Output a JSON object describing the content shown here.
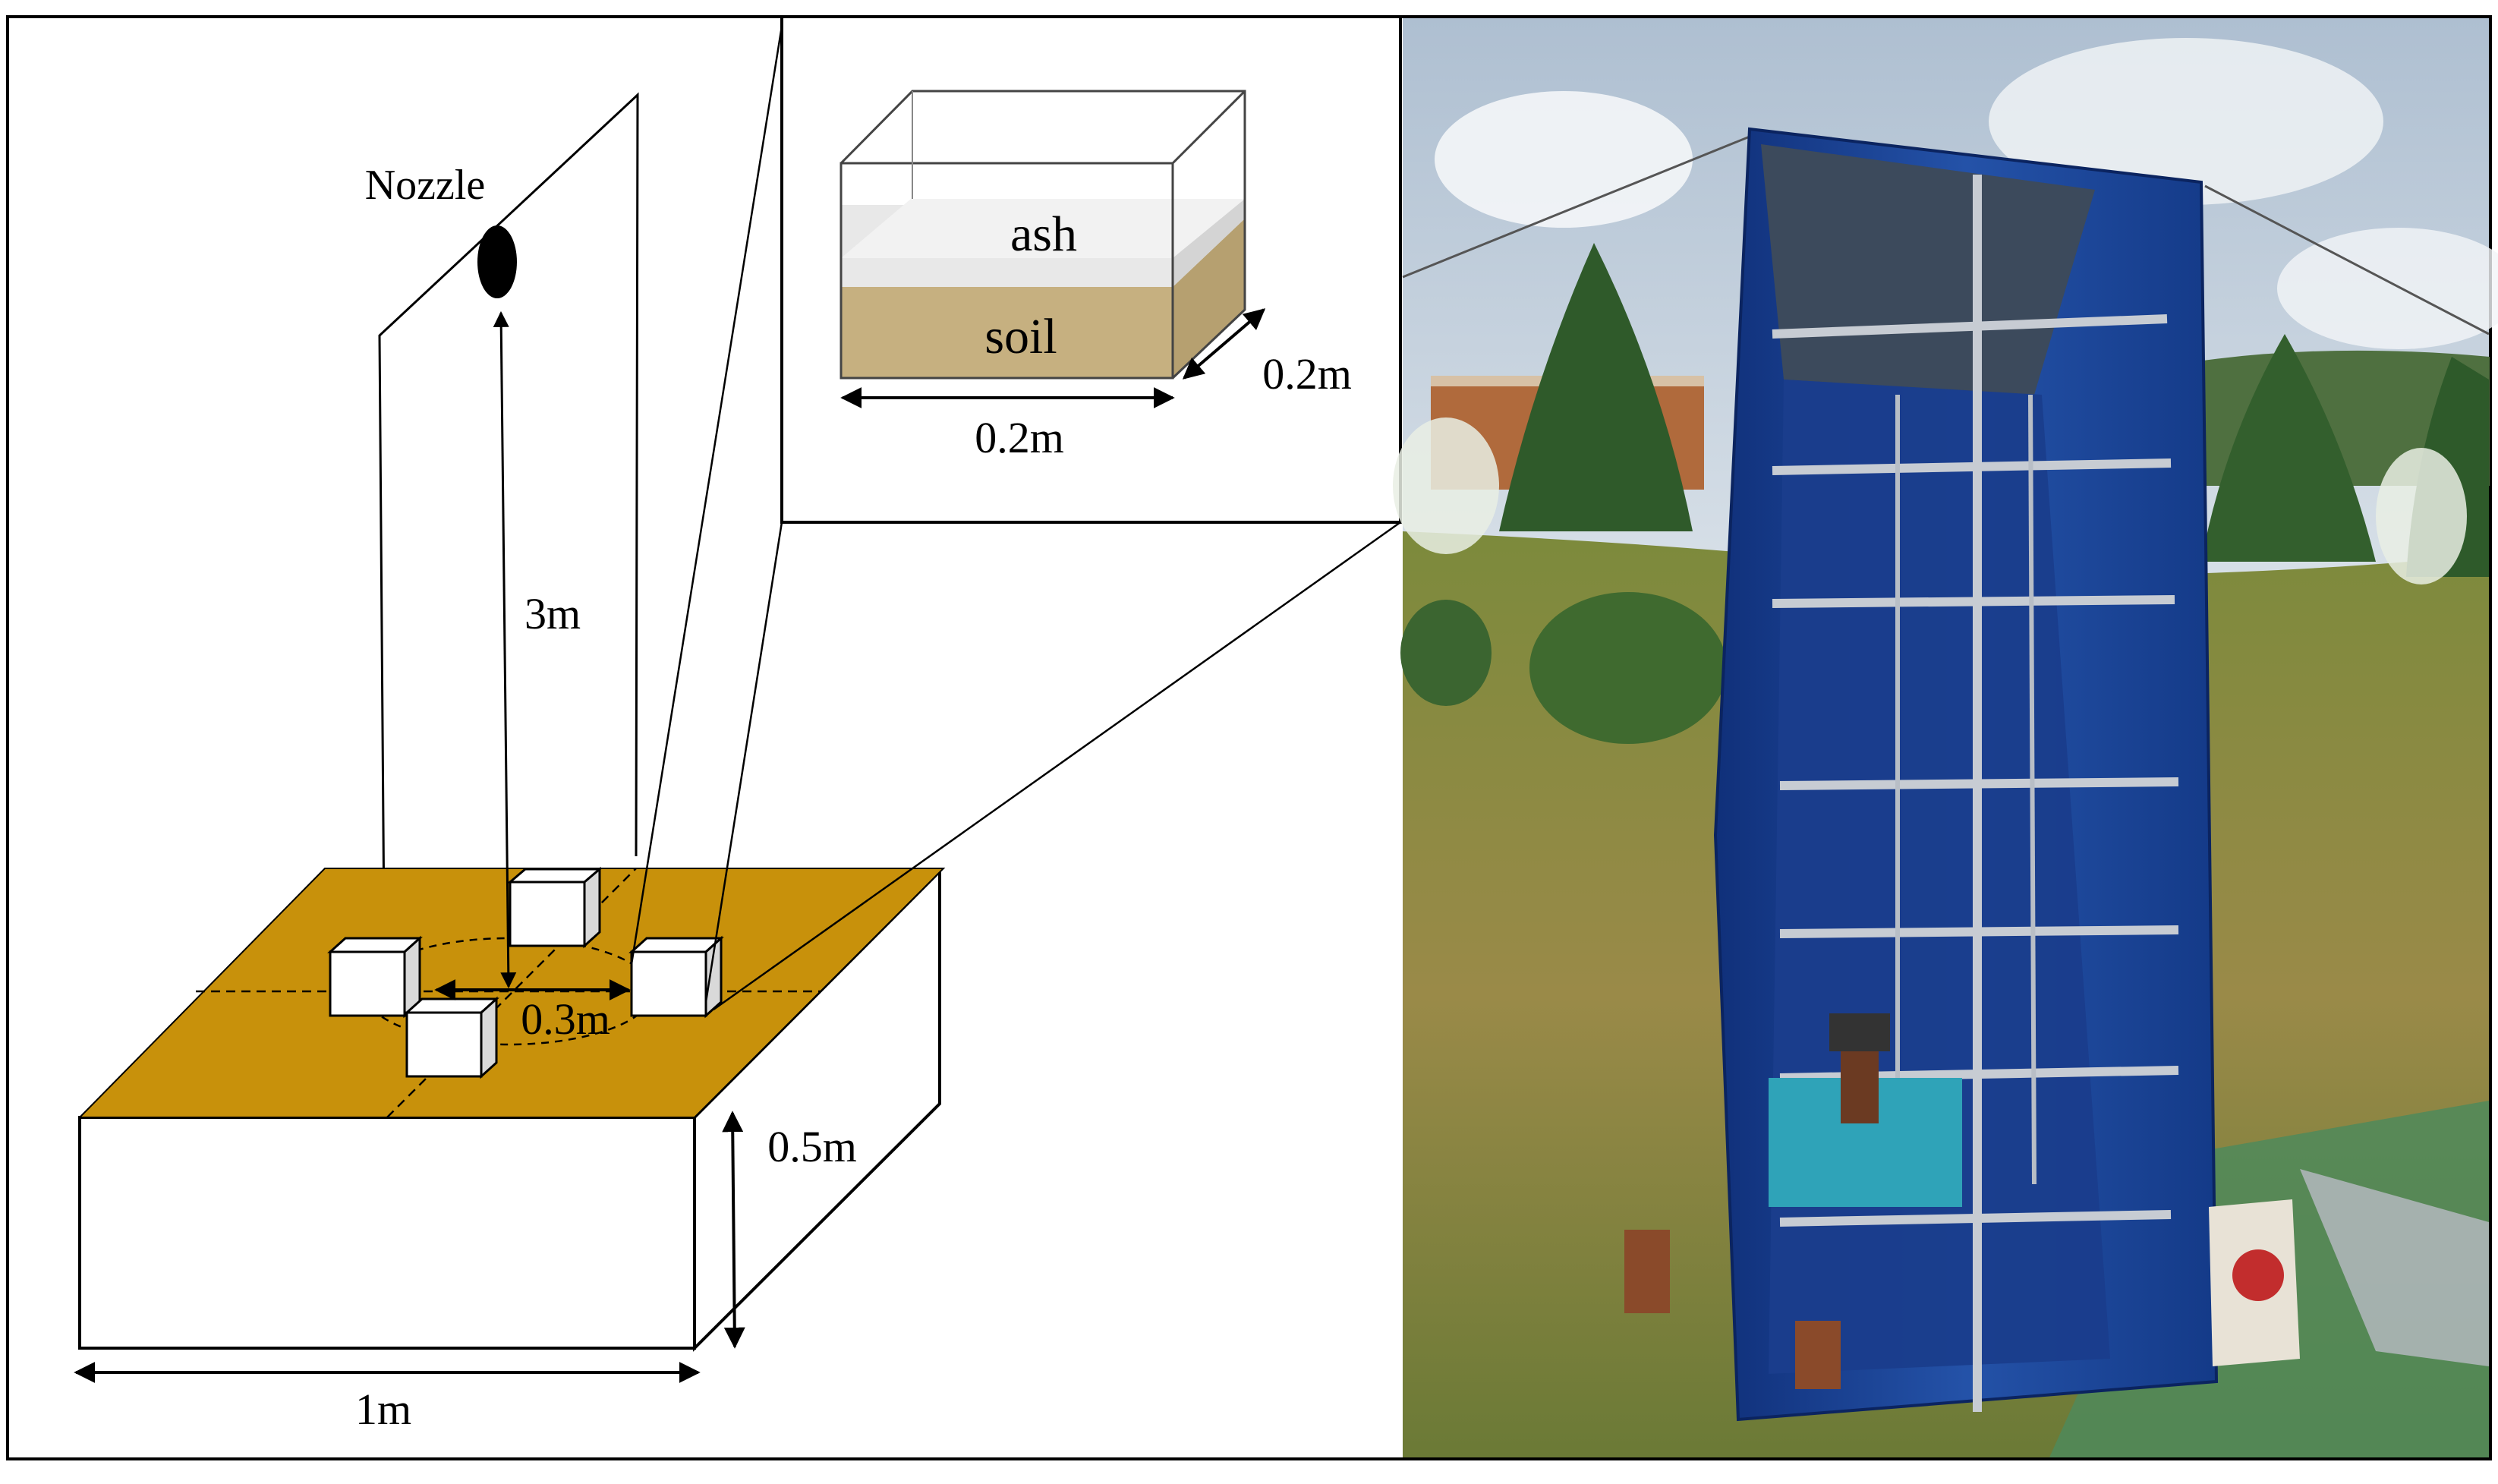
{
  "labels": {
    "nozzle": "Nozzle",
    "height": "3m",
    "ring_diameter": "0.3m",
    "depth": "0.5m",
    "width": "1m",
    "inset_width": "0.2m",
    "inset_depth": "0.2m",
    "layer_top": "ash",
    "layer_bottom": "soil"
  },
  "colors": {
    "plot_surface": "#c8910b",
    "soil": "#c6b080",
    "ash": "#e8e8e8",
    "tarp": "#1d3f8f",
    "grass": "#8a8a3a",
    "sky": "#d9e3ea",
    "stroke": "#000000"
  },
  "photo": {
    "subject": "field rainfall simulator tower covered by blue tarp"
  }
}
